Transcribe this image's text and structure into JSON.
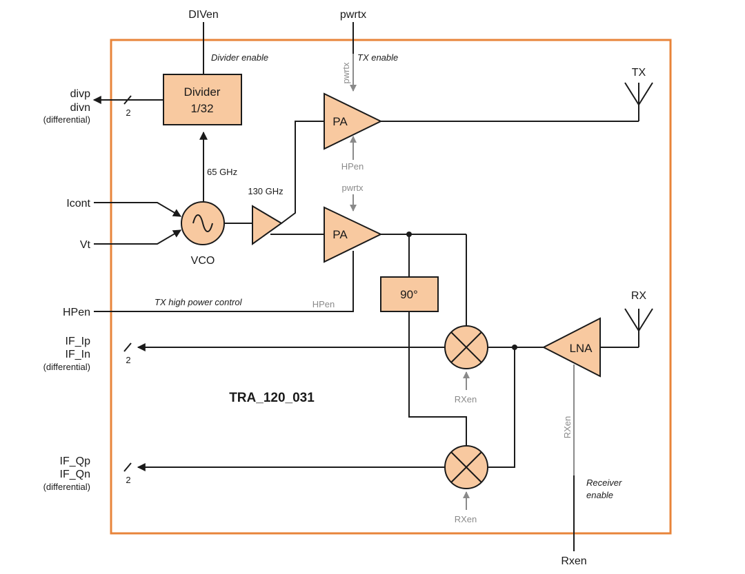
{
  "colors": {
    "border": "#e8843a",
    "block_fill": "#f8c9a0",
    "line": "#1a1a1a",
    "control_gray": "#8a8a8a"
  },
  "chip_name": "TRA_120_031",
  "top_pins": {
    "diven": "DIVen",
    "pwrtx": "pwrtx"
  },
  "bottom_pin": {
    "rxen": "Rxen"
  },
  "left_pins": {
    "divp": "divp",
    "divn": "divn",
    "div_diff": "(differential)",
    "icont": "Icont",
    "vt": "Vt",
    "hpen": "HPen",
    "if_ip": "IF_Ip",
    "if_in": "IF_In",
    "if_i_diff": "(differential)",
    "if_qp": "IF_Qp",
    "if_qn": "IF_Qn",
    "if_q_diff": "(differential)"
  },
  "bus_width": "2",
  "antennas": {
    "tx": "TX",
    "rx": "RX"
  },
  "blocks": {
    "divider_line1": "Divider",
    "divider_line2": "1/32",
    "vco": "VCO",
    "pa": "PA",
    "phase": "90°",
    "lna": "LNA"
  },
  "signals": {
    "divider_enable": "Divider enable",
    "tx_enable": "TX enable",
    "freq_65": "65 GHz",
    "freq_130": "130 GHz",
    "tx_hp_control": "TX high power control",
    "receiver_enable_1": "Receiver",
    "receiver_enable_2": "enable"
  },
  "controls": {
    "pwrtx": "pwrtx",
    "hpen": "HPen",
    "rxen": "RXen"
  }
}
